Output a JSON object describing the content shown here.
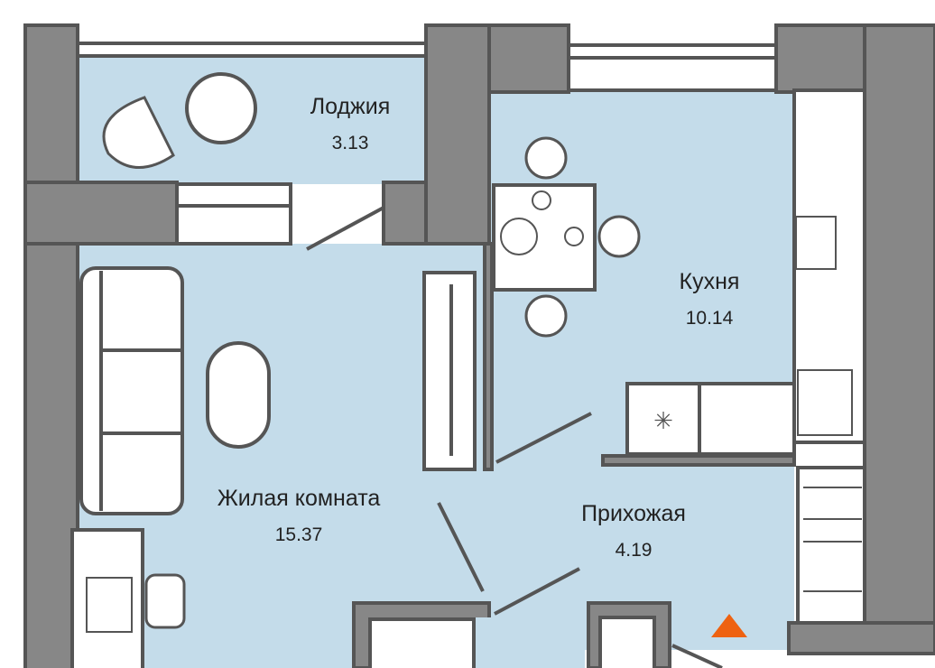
{
  "rooms": {
    "loggia": {
      "name": "Лоджия",
      "area": "3.13"
    },
    "kitchen": {
      "name": "Кухня",
      "area": "10.14"
    },
    "living": {
      "name": "Жилая комната",
      "area": "15.37"
    },
    "hall": {
      "name": "Прихожая",
      "area": "4.19"
    }
  },
  "colors": {
    "wall": "#878787",
    "wall_stroke": "#555555",
    "room": "#c4dcea",
    "entrance_marker": "#ee6211"
  }
}
